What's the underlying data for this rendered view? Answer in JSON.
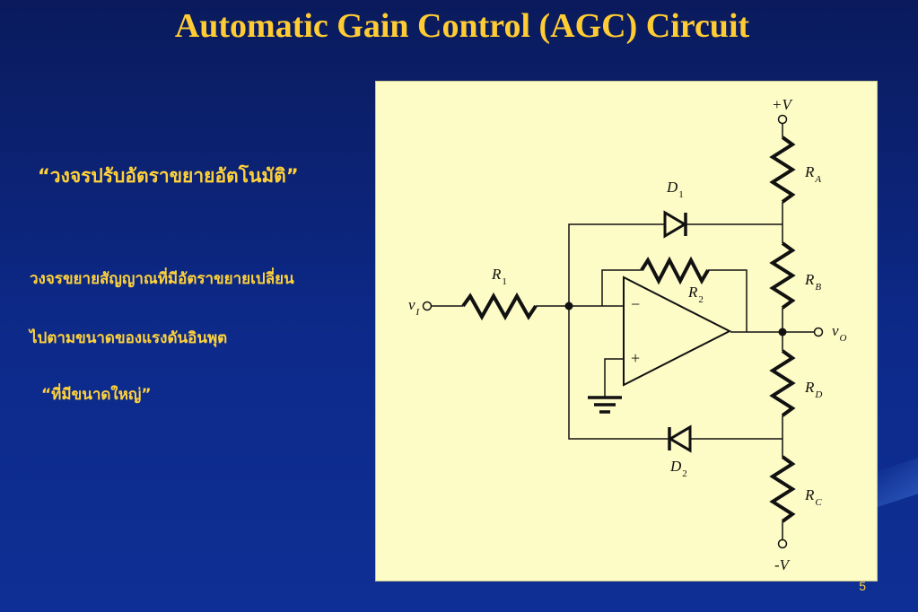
{
  "slide": {
    "title": "Automatic Gain Control (AGC) Circuit",
    "thai_title": "“วงจรปรับอัตราขยายอัตโนมัติ”",
    "line1": "วงจรขยายสัญญาณที่มีอัตราขยายเปลี่ยน",
    "line2": "ไปตามขนาดของแรงดันอินพุต",
    "line3": "“ที่มีขนาดใหญ่”",
    "page_number": "5"
  },
  "circuit": {
    "vplus": "+V",
    "vminus": "-V",
    "RA": {
      "main": "R",
      "sub": "A"
    },
    "RB": {
      "main": "R",
      "sub": "B"
    },
    "RC": {
      "main": "R",
      "sub": "C"
    },
    "RD": {
      "main": "R",
      "sub": "D"
    },
    "R1": {
      "main": "R",
      "sub": "1"
    },
    "R2": {
      "main": "R",
      "sub": "2"
    },
    "D1": {
      "main": "D",
      "sub": "1"
    },
    "D2": {
      "main": "D",
      "sub": "2"
    },
    "vI": {
      "main": "v",
      "sub": "I"
    },
    "vO": {
      "main": "v",
      "sub": "O"
    },
    "opamp_minus": "−",
    "opamp_plus": "+"
  }
}
